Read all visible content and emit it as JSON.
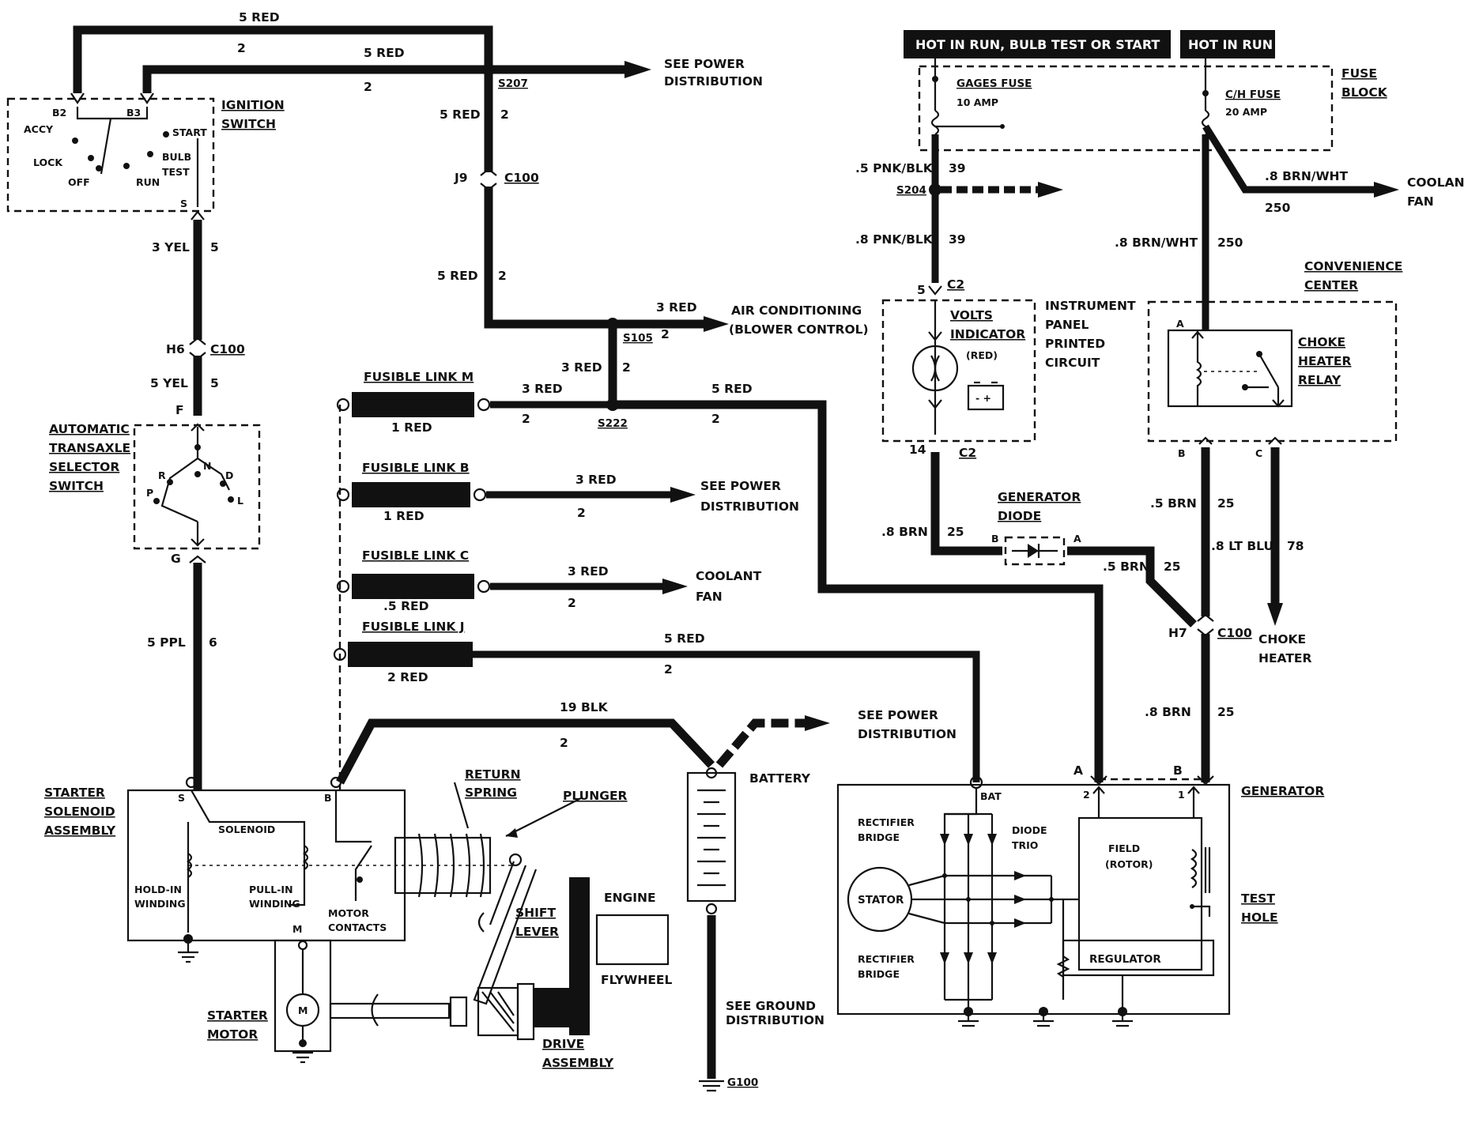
{
  "header": {
    "hot_run_bulb_start": "HOT IN RUN,  BULB TEST OR START",
    "hot_in_run": "HOT IN RUN"
  },
  "labels": {
    "ignition_switch": [
      "IGNITION",
      "SWITCH"
    ],
    "switch_positions": {
      "b2": "B2",
      "b3": "B3",
      "accy": "ACCY",
      "lock": "LOCK",
      "off": "OFF",
      "run": "RUN",
      "start": "START",
      "bulb": "BULB",
      "test": "TEST",
      "s": "S"
    },
    "top_wire_5red": "5 RED",
    "top_wire_2": "2",
    "inner_wire_5red": "5 RED",
    "inner_wire_2": "2",
    "see_power_distribution_1": [
      "SEE POWER",
      "DISTRIBUTION"
    ],
    "s207": "S207",
    "red5_a": "5 RED",
    "red5_a_num": "2",
    "j9": "J9",
    "c100_a": "C100",
    "red5_b": "5 RED",
    "red5_b_num": "2",
    "red3_ac": "3 RED",
    "air_conditioning": [
      "AIR CONDITIONING",
      "(BLOWER CONTROL)"
    ],
    "s105": "S105",
    "s105_num": "2",
    "red3_b": "3 RED",
    "red3_b_num": "2",
    "yel3": "3 YEL",
    "yel3_num": "5",
    "h6": "H6",
    "c100_b": "C100",
    "yel5": "5 YEL",
    "yel5_num": "5",
    "f": "F",
    "transaxle_switch": [
      "AUTOMATIC",
      "TRANSAXLE",
      "SELECTOR",
      "SWITCH"
    ],
    "prndl": {
      "r": "R",
      "n": "N",
      "d": "D",
      "p": "P",
      "l": "L"
    },
    "g": "G",
    "ppl5": "5 PPL",
    "ppl5_num": "6",
    "fusible_link_m": "FUSIBLE LINK M",
    "fl_m_size": "1 RED",
    "fl_m_wire": "3 RED",
    "fl_m_num": "2",
    "s222": "S222",
    "red5_gen": "5 RED",
    "red5_gen_num": "2",
    "fusible_link_b": "FUSIBLE LINK B",
    "fl_b_size": "1 RED",
    "fl_b_wire": "3 RED",
    "fl_b_num": "2",
    "see_power_distribution_2": [
      "SEE POWER",
      "DISTRIBUTION"
    ],
    "fusible_link_c": "FUSIBLE LINK C",
    "fl_c_size": ".5 RED",
    "fl_c_wire": "3 RED",
    "fl_c_num": "2",
    "coolant_fan_1": [
      "COOLANT",
      "FAN"
    ],
    "fusible_link_j": "FUSIBLE LINK J",
    "fl_j_size": "2 RED",
    "fl_j_wire": "5 RED",
    "fl_j_num": "2",
    "blk19": "19 BLK",
    "blk19_num": "2",
    "see_power_distribution_3": [
      "SEE POWER",
      "DISTRIBUTION"
    ],
    "battery": "BATTERY",
    "see_ground_distribution": [
      "SEE GROUND",
      "DISTRIBUTION"
    ],
    "g100": "G100",
    "starter_solenoid_assembly": [
      "STARTER",
      "SOLENOID",
      "ASSEMBLY"
    ],
    "solenoid": "SOLENOID",
    "s_term": "S",
    "b_term": "B",
    "m_term": "M",
    "hold_in_winding": [
      "HOLD-IN",
      "WINDING"
    ],
    "pull_in_winding": [
      "PULL-IN",
      "WINDING"
    ],
    "motor_contacts": [
      "MOTOR",
      "CONTACTS"
    ],
    "return_spring": [
      "RETURN",
      "SPRING"
    ],
    "plunger": "PLUNGER",
    "shift_lever": [
      "SHIFT",
      "LEVER"
    ],
    "engine": "ENGINE",
    "flywheel": "FLYWHEEL",
    "starter_motor": [
      "STARTER",
      "MOTOR"
    ],
    "motor_m": "M",
    "drive_assembly": [
      "DRIVE",
      "ASSEMBLY"
    ],
    "fuse_block": [
      "FUSE",
      "BLOCK"
    ],
    "gages_fuse": "GAGES FUSE",
    "gages_amp": "10 AMP",
    "ch_fuse": "C/H FUSE",
    "ch_amp": "20 AMP",
    "pnk_blk_a": ".5 PNK/BLK",
    "pnk_blk_a_num": "39",
    "s204": "S204",
    "pnk_blk_b": ".8 PNK/BLK",
    "pnk_blk_b_num": "39",
    "c2_top_num": "5",
    "c2_top": "C2",
    "brn_wht_a": ".8 BRN/WHT",
    "brn_wht_a_num": "250",
    "coolant_fan_2": [
      "COOLANT",
      "FAN"
    ],
    "brn_wht_b": ".8 BRN/WHT",
    "brn_wht_b_num": "250",
    "volts_indicator": [
      "VOLTS",
      "INDICATOR"
    ],
    "red_lamp": "(RED)",
    "instrument_panel": [
      "INSTRUMENT",
      "PANEL",
      "PRINTED",
      "CIRCUIT"
    ],
    "c2_bot_num": "14",
    "c2_bot": "C2",
    "convenience_center": [
      "CONVENIENCE",
      "CENTER"
    ],
    "relay_a": "A",
    "relay_b": "B",
    "relay_c": "C",
    "choke_heater_relay": [
      "CHOKE",
      "HEATER",
      "RELAY"
    ],
    "generator_diode": [
      "GENERATOR",
      "DIODE"
    ],
    "diode_b": "B",
    "diode_a": "A",
    "brn8_a": ".8 BRN",
    "brn8_a_num": "25",
    "brn5_a": ".5 BRN",
    "brn5_a_num": "25",
    "brn5_b": ".5 BRN",
    "brn5_b_num": "25",
    "lt_blu": ".8 LT BLU",
    "lt_blu_num": "78",
    "h7": "H7",
    "c100_c": "C100",
    "choke_heater": [
      "CHOKE",
      "HEATER"
    ],
    "brn8_b": ".8 BRN",
    "brn8_b_num": "25",
    "gen_a": "A",
    "gen_b": "B",
    "gen_2": "2",
    "gen_1": "1",
    "generator": "GENERATOR",
    "bat": "BAT",
    "rectifier_bridge_top": [
      "RECTIFIER",
      "BRIDGE"
    ],
    "diode_trio": [
      "DIODE",
      "TRIO"
    ],
    "field_rotor": [
      "FIELD",
      "(ROTOR)"
    ],
    "stator": "STATOR",
    "rectifier_bridge_bot": [
      "RECTIFIER",
      "BRIDGE"
    ],
    "regulator": "REGULATOR",
    "test_hole": [
      "TEST",
      "HOLE"
    ]
  }
}
